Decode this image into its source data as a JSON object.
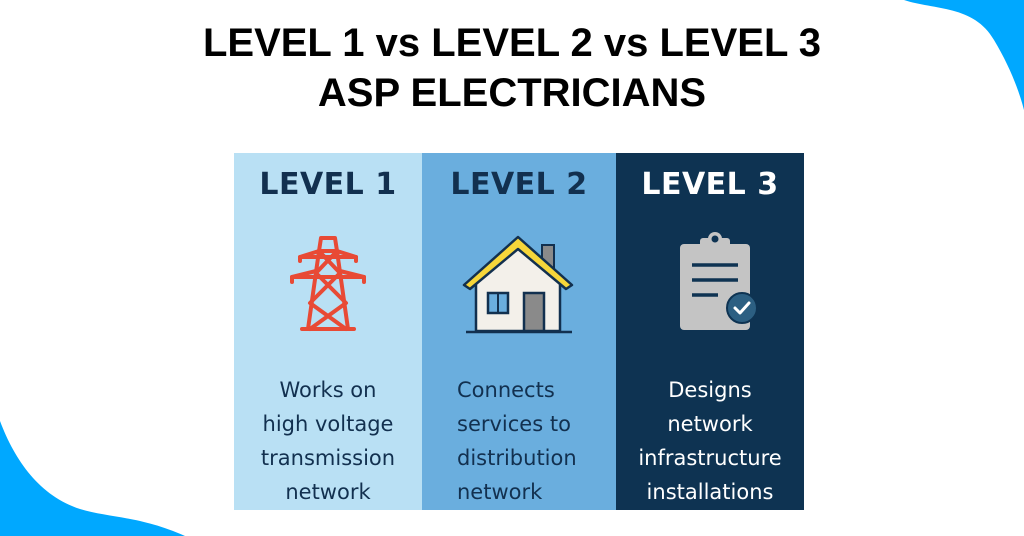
{
  "title": {
    "line1": "LEVEL 1 vs LEVEL 2 vs LEVEL 3",
    "line2": "ASP ELECTRICIANS"
  },
  "colors": {
    "accent_blob": "#00a8ff",
    "level1_bg": "#b9e0f4",
    "level2_bg": "#6aaede",
    "level3_bg": "#0e3352",
    "text_dark": "#12304f",
    "tower_icon": "#e84a35",
    "roof_yellow": "#f6d63a"
  },
  "panels": [
    {
      "label": "LEVEL 1",
      "icon": "transmission-tower-icon",
      "lines": [
        "Works on",
        "high voltage",
        "transmission",
        "network"
      ]
    },
    {
      "label": "LEVEL 2",
      "icon": "house-icon",
      "lines": [
        "Connects",
        "services to",
        "distribution",
        "network"
      ]
    },
    {
      "label": "LEVEL 3",
      "icon": "clipboard-check-icon",
      "lines": [
        "Designs",
        "network",
        "infrastructure",
        "installations"
      ]
    }
  ]
}
